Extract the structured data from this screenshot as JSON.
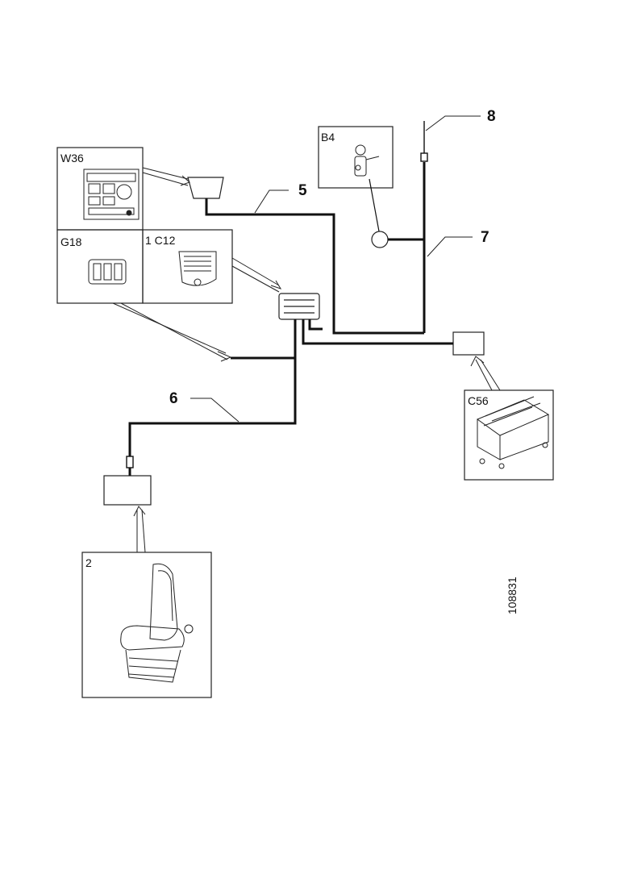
{
  "components": {
    "w36": "W36",
    "g18": "G18",
    "c12": "1 C12",
    "b4": "B4",
    "c56": "C56",
    "seat": "2"
  },
  "callouts": {
    "n5": "5",
    "n6": "6",
    "n7": "7",
    "n8": "8"
  },
  "drawing_code": "108831"
}
